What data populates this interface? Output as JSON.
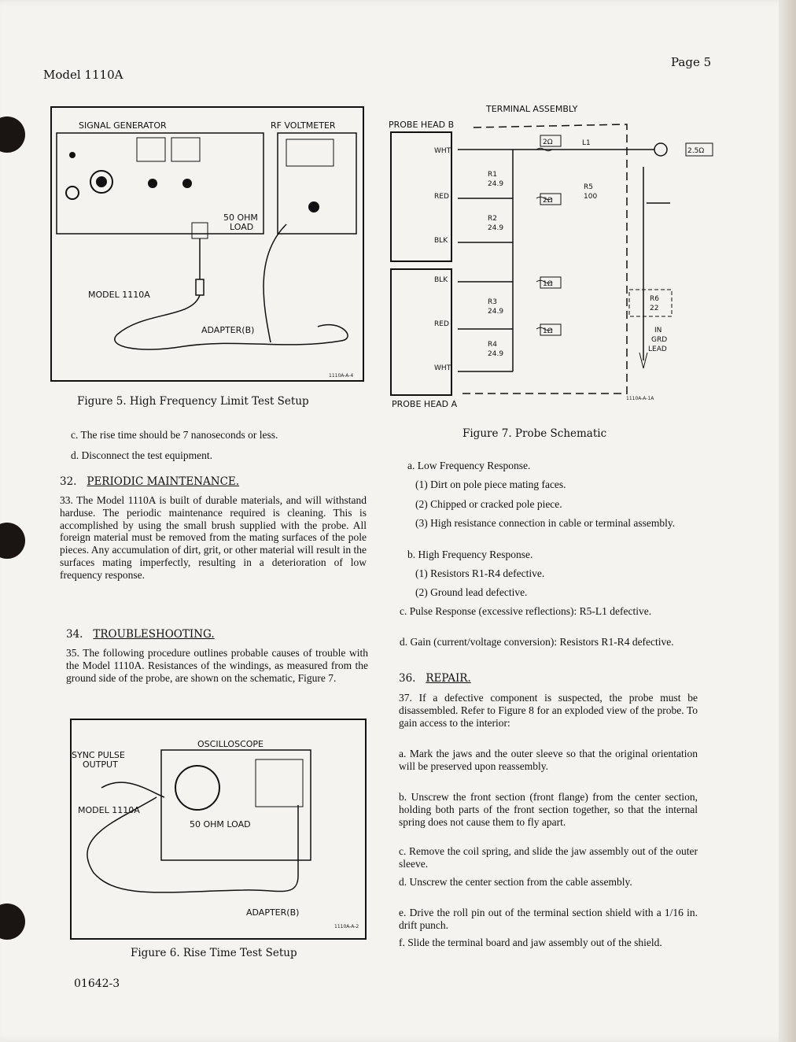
{
  "header": {
    "model": "Model 1110A",
    "page": "Page 5"
  },
  "footer": {
    "doc_number": "01642-3"
  },
  "figure5": {
    "caption": "Figure 5.  High Frequency Limit Test Setup",
    "labels": {
      "signal_generator": "SIGNAL  GENERATOR",
      "rf_voltmeter": "RF  VOLTMETER",
      "load_1": "50 OHM",
      "load_2": "LOAD",
      "model": "MODEL  1110A",
      "adapter": "ADAPTER(B)",
      "code": "1110A-A-4"
    }
  },
  "figure6": {
    "caption": "Figure 6.   Rise Time Test Setup",
    "labels": {
      "sync_1": "SYNC PULSE",
      "sync_2": "OUTPUT",
      "oscilloscope": "OSCILLOSCOPE",
      "model": "MODEL 1110A",
      "load": "50 OHM LOAD",
      "adapter": "ADAPTER(B)",
      "code": "1110A-A-2"
    }
  },
  "figure7": {
    "caption": "Figure 7.  Probe Schematic",
    "labels": {
      "terminal_assembly": "TERMINAL  ASSEMBLY",
      "probe_head_b": "PROBE HEAD B",
      "probe_head_a": "PROBE HEAD A",
      "wht": "WHT",
      "red": "RED",
      "blk": "BLK",
      "r1": "R1",
      "r2": "R2",
      "r3": "R3",
      "r4": "R4",
      "r_val": "24.9",
      "r5": "R5",
      "r5_val": "100",
      "l1": "L1",
      "r6": "R6",
      "r6_val": "22",
      "two_ohm": "2Ω",
      "one_ohm": "1Ω",
      "two_five": "2.5Ω",
      "in_1": "IN",
      "in_2": "GRD",
      "in_3": "LEAD",
      "code": "1110A-A-1A"
    }
  },
  "left_column": {
    "step_c": "c.  The rise time should be 7 nanoseconds or less.",
    "step_d": "d.  Disconnect the test equipment.",
    "sec32_num": "32.",
    "sec32_title": "PERIODIC MAINTENANCE.",
    "para33": "33.   The Model 1110A is built of durable materials, and will withstand harduse. The periodic maintenance required is cleaning.  This is accomplished by using the small brush supplied with the probe.  All foreign material must be removed from the mating surfaces of the pole pieces.  Any accumulation of dirt, grit, or other material will result in the surfaces mating imperfectly, resulting in a deterioration of low frequency response.",
    "sec34_num": "34.",
    "sec34_title": "TROUBLESHOOTING.",
    "para35": "35.   The following procedure outlines probable causes of trouble with the Model 1110A. Resistances of the windings, as measured from the ground side of the probe, are shown on the schematic, Figure 7."
  },
  "right_column": {
    "a_title": "a.  Low Frequency Response.",
    "a1": "(1)  Dirt on pole piece mating faces.",
    "a2": "(2)  Chipped or cracked pole piece.",
    "a3": "(3)  High resistance connection in cable or terminal assembly.",
    "b_title": "b.  High Frequency Response.",
    "b1": "(1)  Resistors R1-R4 defective.",
    "b2": "(2)  Ground lead defective.",
    "c_item": "c.  Pulse  Response  (excessive  reflections):  R5-L1 defective.",
    "d_item": "d.  Gain  (current/voltage  conversion):  Resistors R1-R4 defective.",
    "sec36_num": "36.",
    "sec36_title": "REPAIR.",
    "para37": "37.   If a defective component is suspected, the probe must be disassembled.   Refer to Figure 8 for an exploded view of the probe.   To gain access to the interior:",
    "step_a": "a.  Mark the jaws and the outer sleeve so that the original orientation will be preserved upon reassembly.",
    "step_b": "b.  Unscrew the front section (front flange) from the center section, holding both parts of the front section together, so that the internal spring does not cause them to fly apart.",
    "step_c": "c.  Remove  the  coil  spring,  and  slide  the  jaw assembly out of the outer sleeve.",
    "step_d": "d.  Unscrew  the  center  section  from  the  cable assembly.",
    "step_e": "e.  Drive the roll pin out of the terminal section shield with a 1/16 in. drift punch.",
    "step_f": "f.  Slide the terminal board and jaw assembly out of the shield."
  }
}
